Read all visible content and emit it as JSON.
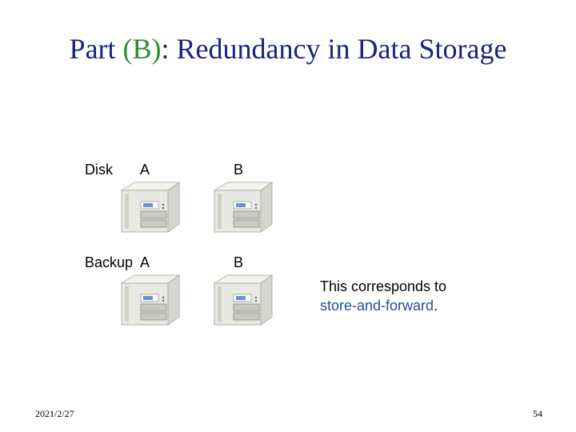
{
  "slide": {
    "title_prefix": "Part ",
    "title_accent": "(B)",
    "title_suffix": ": Redundancy in Data Storage"
  },
  "labels": {
    "disk": "Disk",
    "disk_a": "A",
    "disk_b": "B",
    "backup": "Backup",
    "backup_a": "A",
    "backup_b": "B"
  },
  "note": {
    "line1": "This corresponds to",
    "link": "store-and-forward",
    "punct": "."
  },
  "footer": {
    "date": "2021/2/27",
    "page": "54"
  },
  "colors": {
    "title": "#1a237e",
    "accent": "#2e8b2e",
    "link": "#1f4e9c"
  },
  "icons": [
    "storage-enclosure-icon"
  ]
}
